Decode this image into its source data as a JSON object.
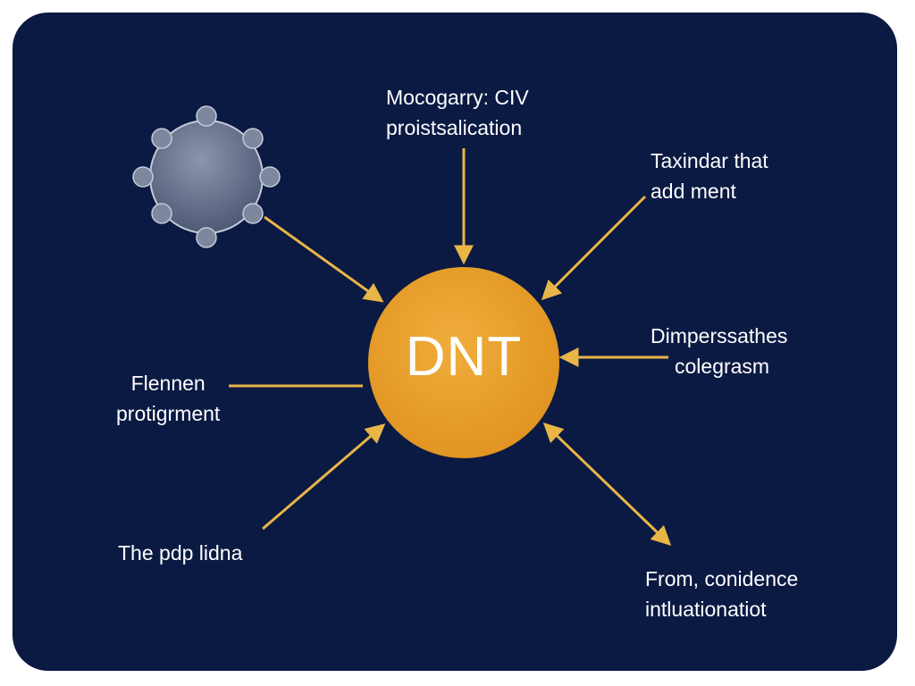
{
  "center": {
    "label": "DNT",
    "color": "#e8a02c"
  },
  "labels": {
    "top": {
      "lines": [
        "Mocogarry: CIV",
        "proistsalication"
      ]
    },
    "top_right": {
      "lines": [
        "Taxindar that",
        "add ment"
      ]
    },
    "right": {
      "lines": [
        "Dimperssathes",
        "colegrasm"
      ]
    },
    "left": {
      "lines": [
        "Flennen",
        "protigrment"
      ]
    },
    "bottom_left": {
      "lines": [
        "The pdp lidna"
      ]
    },
    "bottom_right": {
      "lines": [
        "From, conidence",
        "intluationatiot"
      ]
    }
  },
  "colors": {
    "background": "#0b1a43",
    "arrow": "#e8b546",
    "molecule_node": "#7d879e"
  },
  "icons": {
    "molecule": "molecule-icon"
  }
}
